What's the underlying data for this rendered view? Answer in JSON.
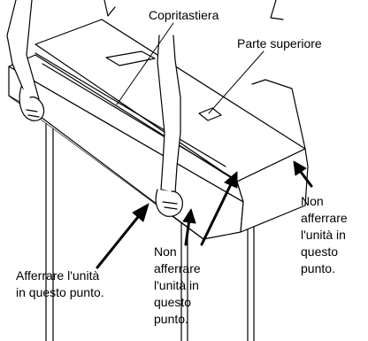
{
  "labels": {
    "copritastiera": "Copritastiera",
    "parte_superiore": "Parte superiore",
    "non_afferrare_right": "Non\nafferrare\nl'unità in\nquesto\npunto.",
    "non_afferrare_bottom": "Non\nafferrare\nl'unità in\nquesto\npunto.",
    "afferrare": "Afferrare l'unità\nin questo punto."
  },
  "colors": {
    "line": "#000000",
    "background": "#ffffff"
  }
}
